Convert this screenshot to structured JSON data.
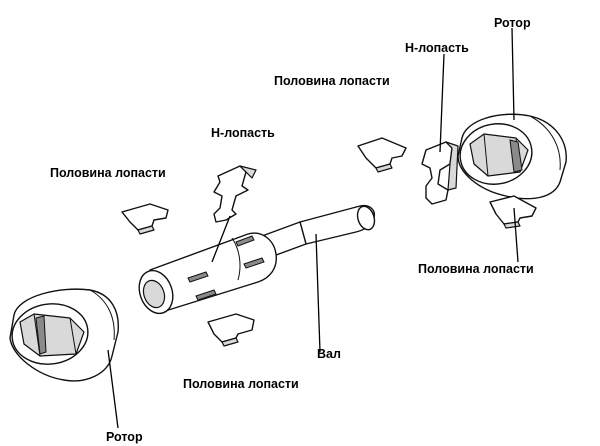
{
  "labels": {
    "rotor_top": "Ротор",
    "h_blade_right": "Н-лопасть",
    "half_blade_top_right": "Половина лопасти",
    "h_blade_center": "Н-лопасть",
    "half_blade_left": "Половина лопасти",
    "half_blade_right_bottom": "Половина лопасти",
    "shaft": "Вал",
    "half_blade_bottom": "Половина лопасти",
    "rotor_bottom": "Ротор"
  }
}
